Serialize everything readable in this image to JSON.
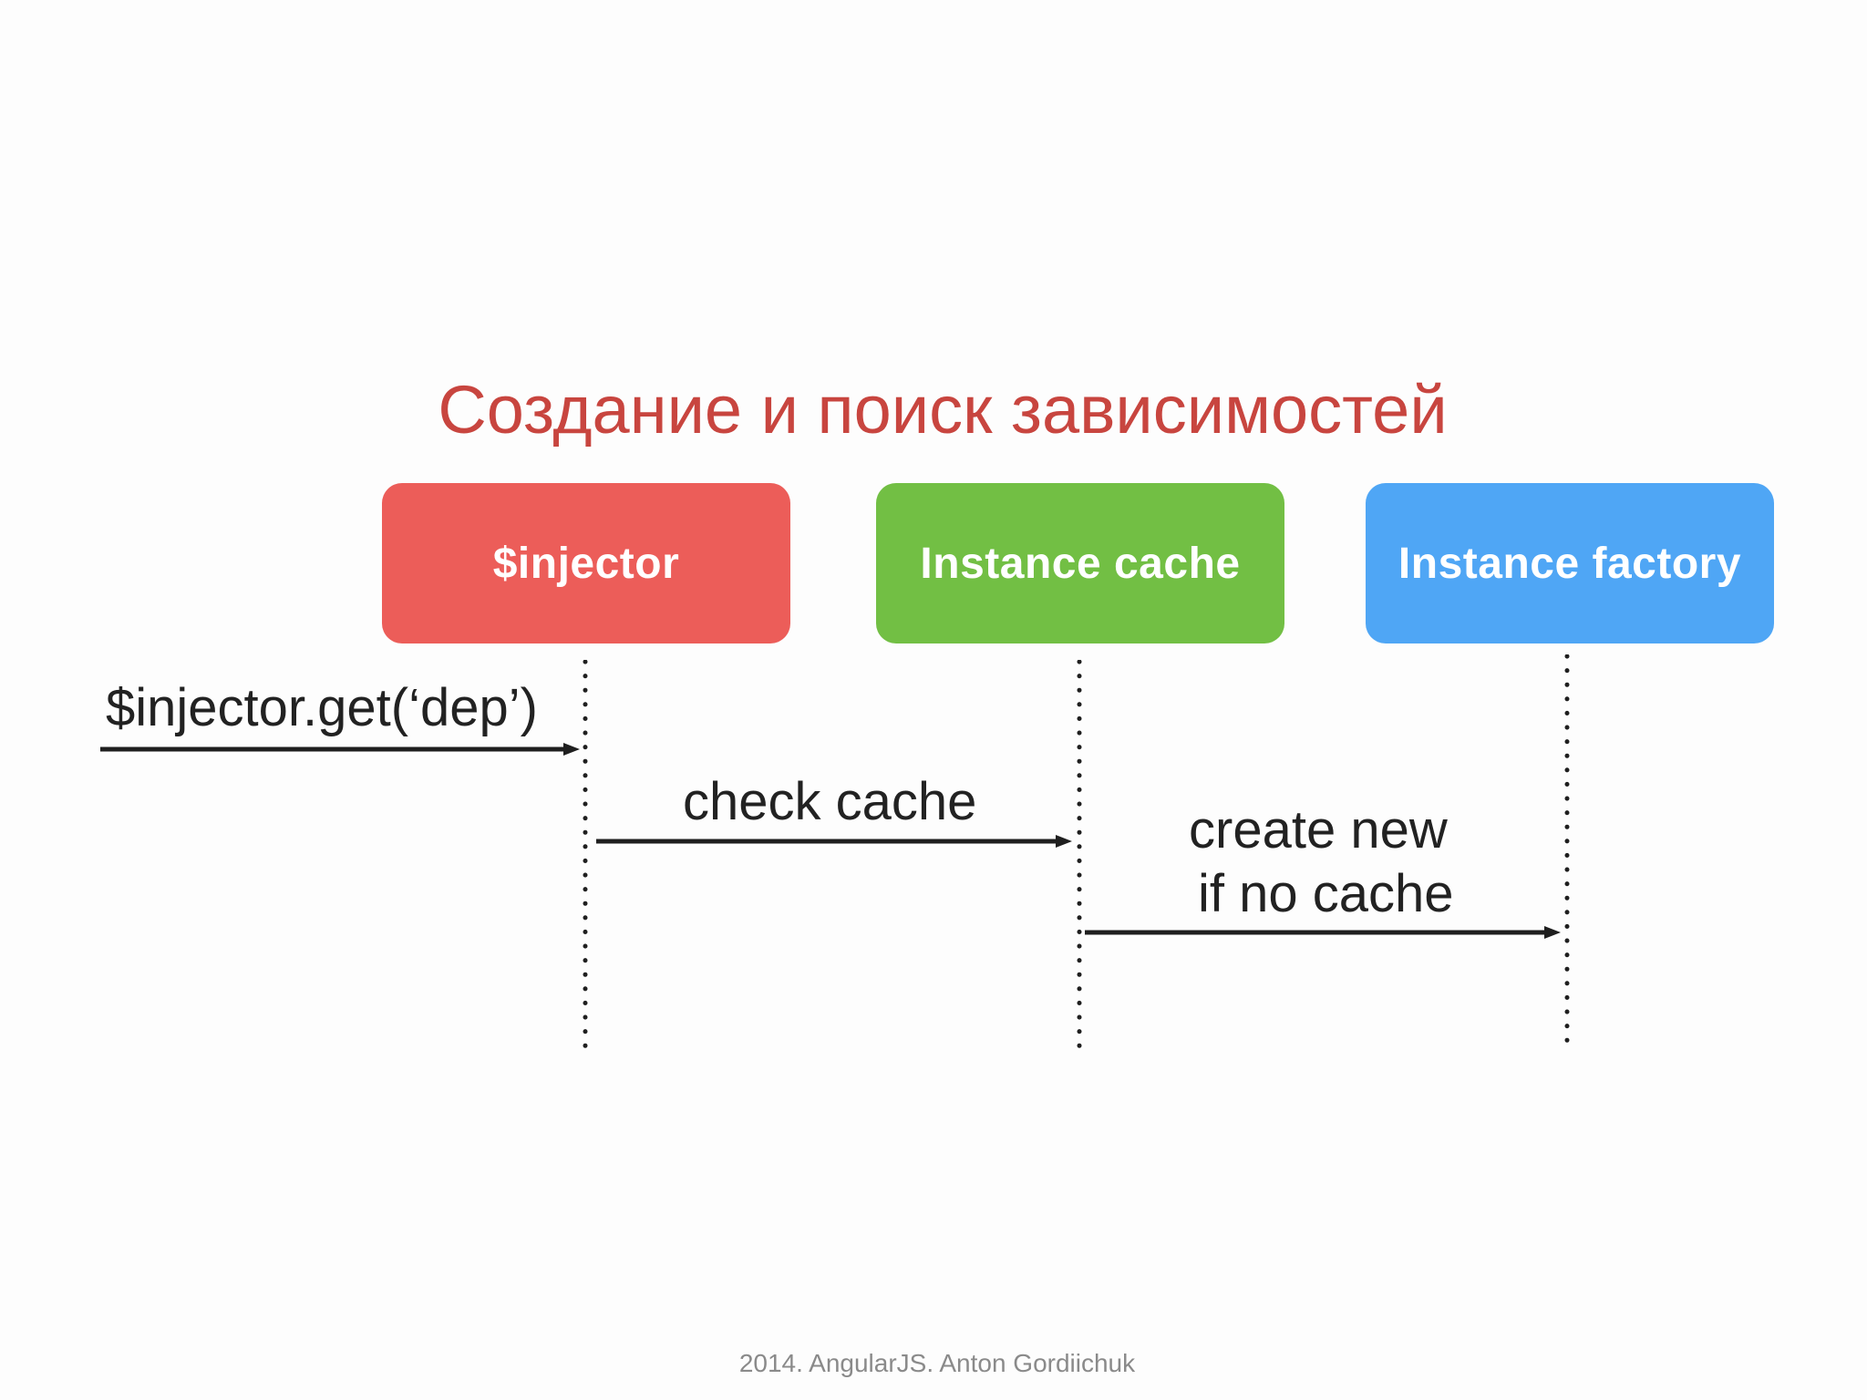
{
  "title": "Создание и поиск зависимостей",
  "colors": {
    "title": "#c8453f",
    "injector": "#ec5d59",
    "cache": "#72bf44",
    "factory": "#4fa6f5",
    "line": "#1f1f1f"
  },
  "actors": [
    {
      "id": "injector",
      "label": "$injector"
    },
    {
      "id": "cache",
      "label": "Instance cache"
    },
    {
      "id": "factory",
      "label": "Instance factory"
    }
  ],
  "messages": [
    {
      "from": "outside",
      "to": "injector",
      "label": "$injector.get(‘dep’)"
    },
    {
      "from": "injector",
      "to": "cache",
      "label": "check cache"
    },
    {
      "from": "cache",
      "to": "factory",
      "label_line1": "create new",
      "label_line2": "if no cache"
    }
  ],
  "footer": "2014.  AngularJS.  Anton Gordiichuk"
}
